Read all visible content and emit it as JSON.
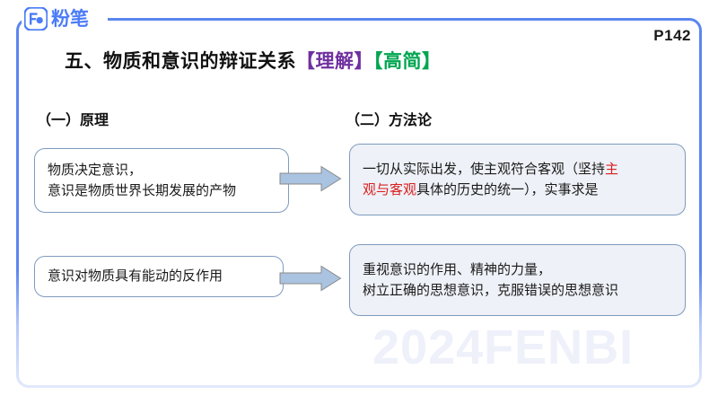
{
  "brand": {
    "logo_text": "粉笔",
    "logo_mark": "fb-logo-icon",
    "accent_color": "#4a7bf7"
  },
  "page": {
    "number_label": "P142",
    "watermark": "2024FENBI"
  },
  "slide": {
    "title_main": "五、物质和意识的辩证关系",
    "title_tag_1": "【理解】",
    "title_tag_2": "【高简】",
    "tag_1_color": "#7030a0",
    "tag_2_color": "#00a650",
    "section_left_heading": "（一）原理",
    "section_right_heading": "（二）方法论"
  },
  "rows": [
    {
      "principle": {
        "line1": "物质决定意识，",
        "line2": "意识是物质世界长期发展的产物"
      },
      "arrow": "right-block-arrow",
      "method": {
        "line1_a": "一切从实际出发，使主观符合客观（坚持",
        "line1_b": "主",
        "line2_a": "观与客观",
        "line2_b": "具体的历史的统一），实事求是"
      }
    },
    {
      "principle": {
        "line1": "意识对物质具有能动的反作用"
      },
      "arrow": "right-block-arrow",
      "method": {
        "line1": "重视意识的作用、精神的力量，",
        "line2": "树立正确的思想意识，克服错误的思想意识"
      }
    }
  ],
  "colors": {
    "frame_border": "#5b85f0",
    "box_border": "#7f9bbf",
    "box_tint_fill": "#eef1f7",
    "arrow_fill": "#a9c3e0",
    "highlight_red": "#d81f1f",
    "watermark": "#eef0fa"
  }
}
